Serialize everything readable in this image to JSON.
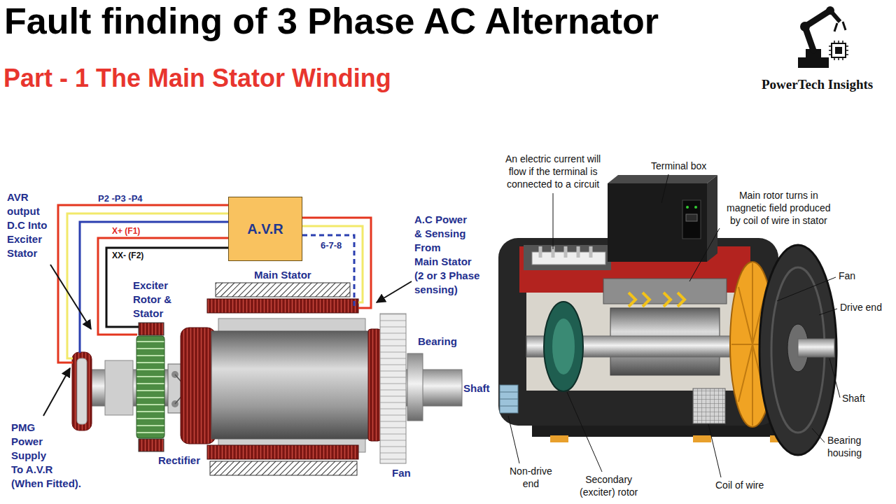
{
  "diagram": {
    "title": "Fault finding of 3 Phase AC Alternator",
    "nodes": [
      {
        "text": [
          "A.V.R"
        ]
      }
    ],
    "labels": [
      "Part - 1 The Main Stator Winding",
      "PowerTech Insights",
      "AVR output D.C Into Exciter Stator",
      "P2 -P3 -P4",
      "X+ (F1)",
      "XX- (F2)",
      "6-7-8",
      "A.C Power & Sensing From Main Stator (2 or 3 Phase sensing)",
      "Main Stator",
      "Exciter Rotor & Stator",
      "Bearing",
      "Shaft",
      "Fan",
      "Rectifier",
      "PMG Power Supply To A.V.R (When Fitted).",
      "An electric current will flow if the terminal is connected to a circuit",
      "Terminal box",
      "Main rotor turns in magnetic field produced by coil of wire in stator",
      "Fan",
      "Drive end",
      "Shaft",
      "Bearing housing",
      "Coil of wire",
      "Secondary (exciter) rotor",
      "Non-drive end"
    ]
  }
}
